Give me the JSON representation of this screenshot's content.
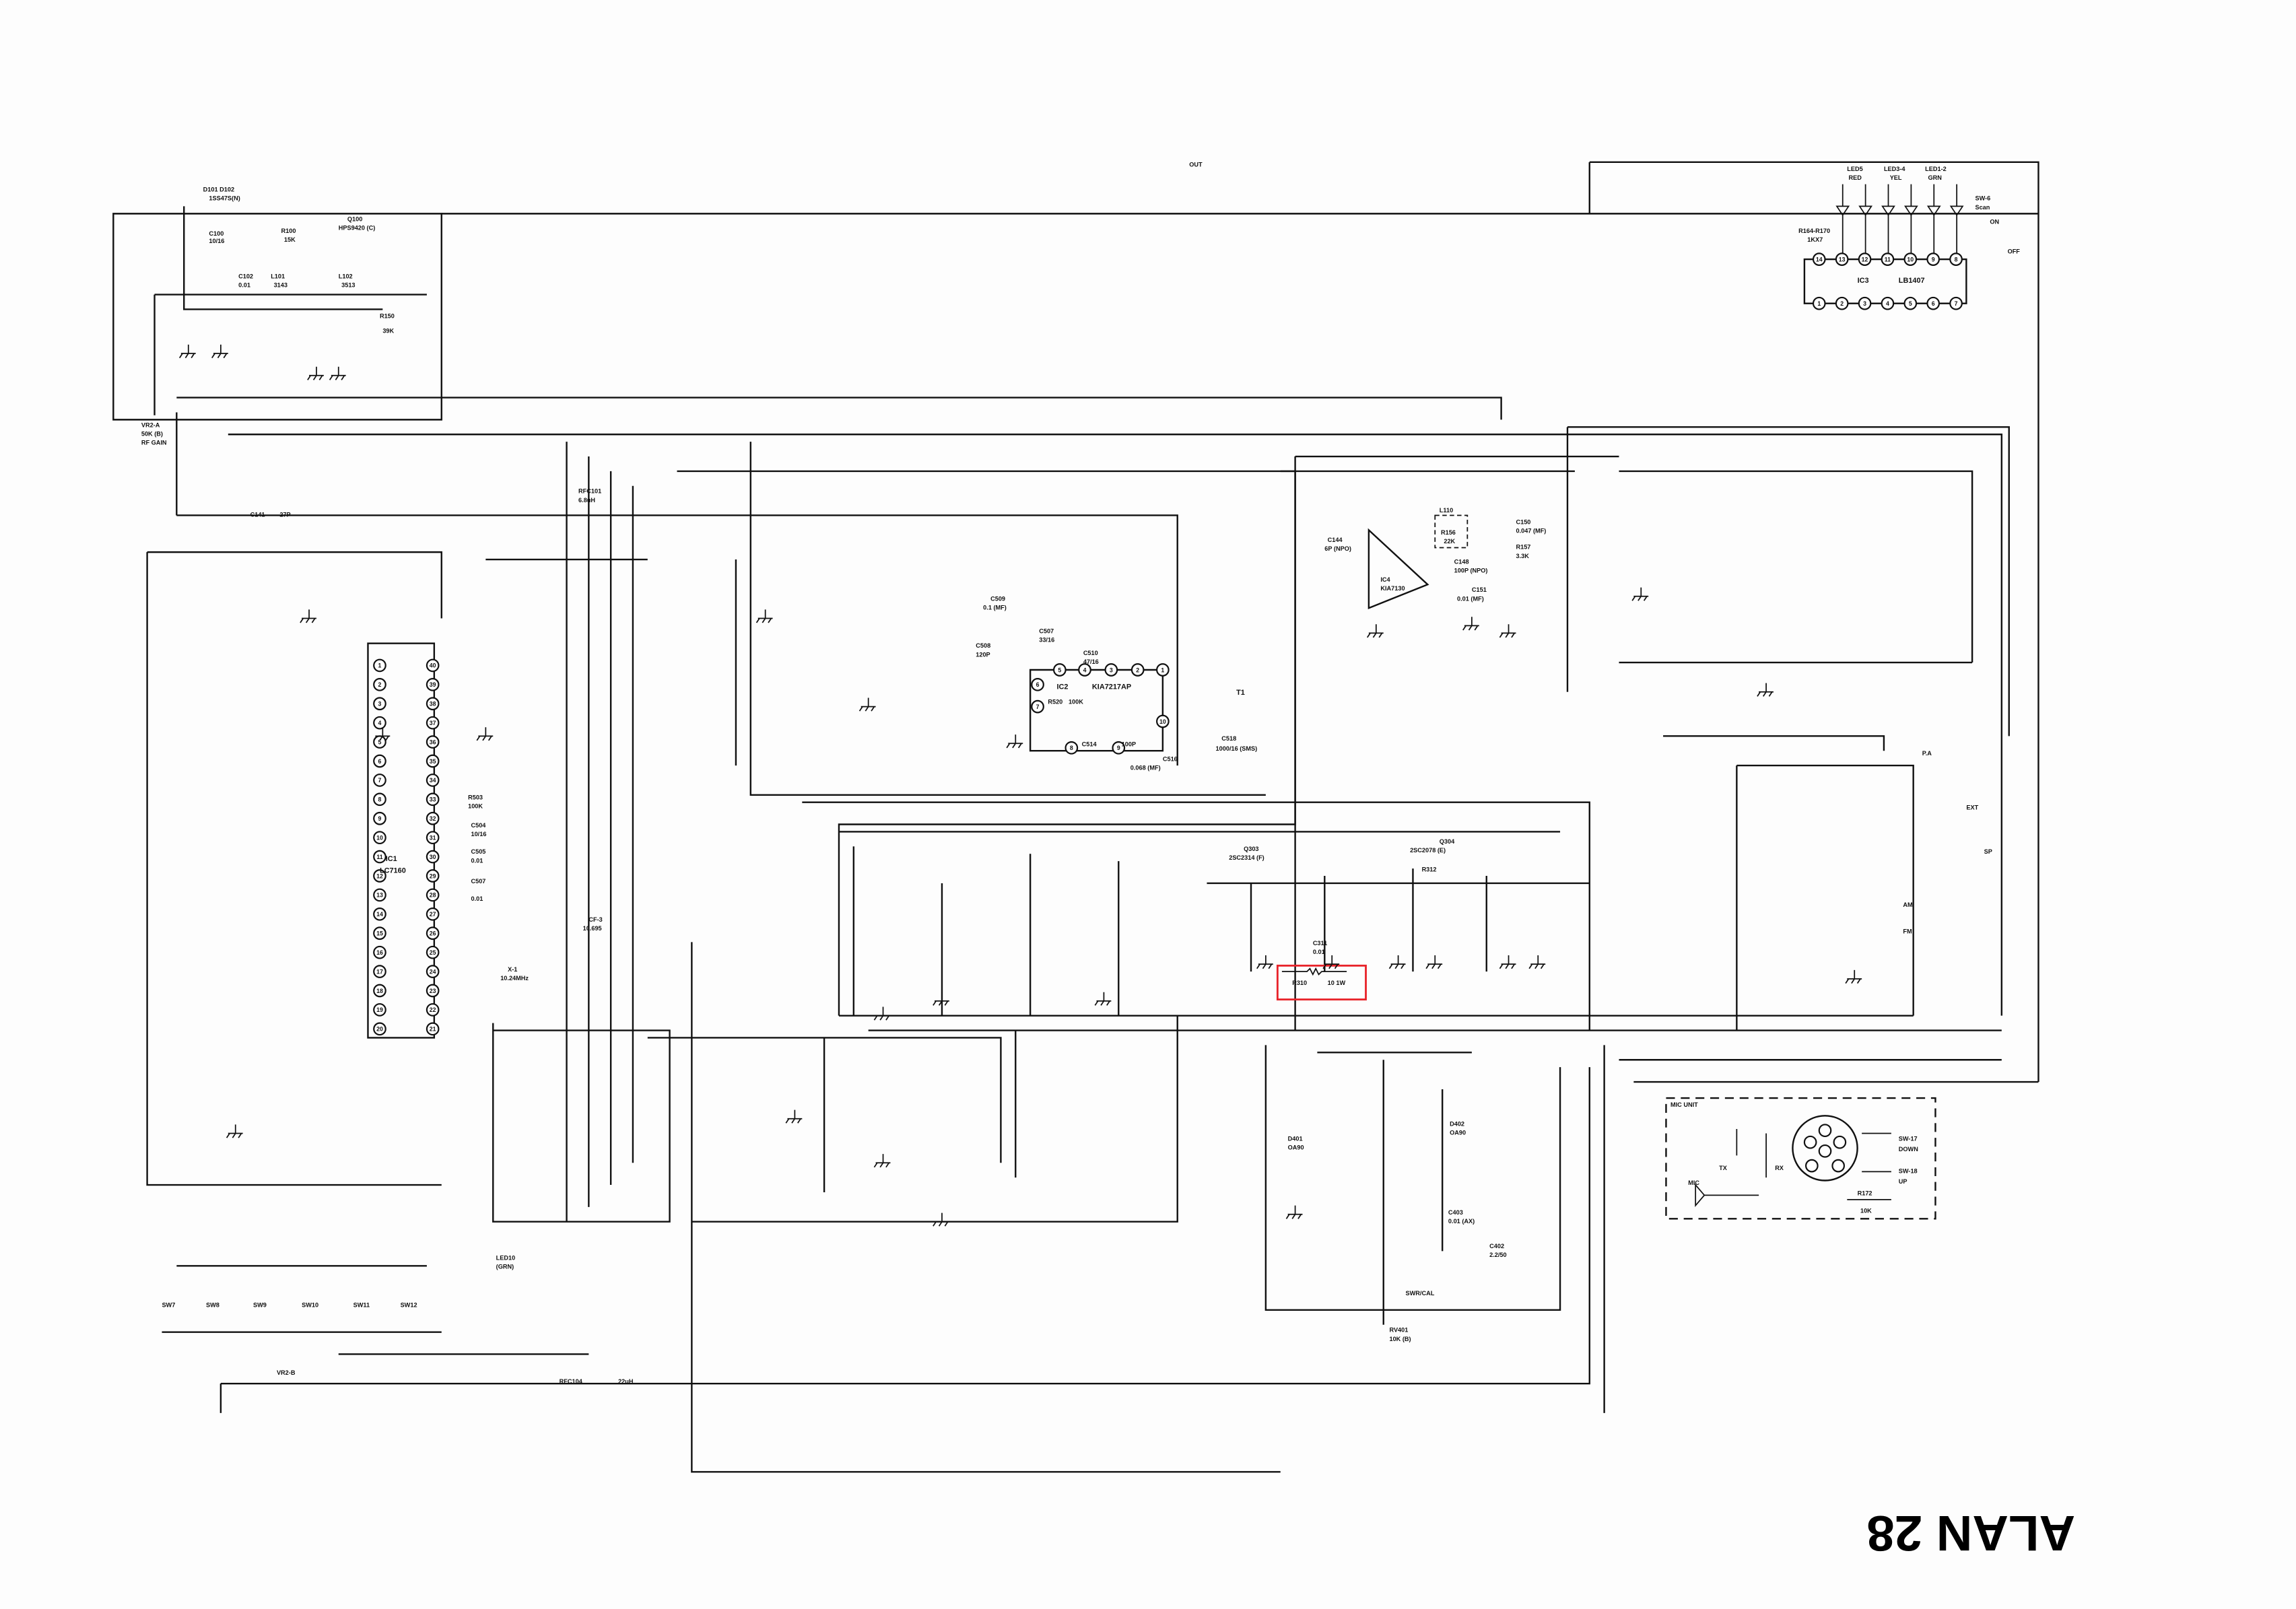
{
  "title": "ALAN 28",
  "highlight": {
    "ref": "R310",
    "value": "10 1W",
    "color": "#e8232a"
  },
  "ics": {
    "ic1": {
      "ref": "IC1",
      "part": "LC7160"
    },
    "ic2": {
      "ref": "IC2",
      "part": "KIA7217AP"
    },
    "ic3": {
      "ref": "IC3",
      "part": "LB1407"
    },
    "ic4": {
      "ref": "IC4",
      "part": "KIA7130"
    }
  },
  "mic_unit": {
    "title": "MIC UNIT",
    "sw17": "SW-17",
    "down": "DOWN",
    "sw18": "SW-18",
    "up": "UP",
    "r172": "R172",
    "r172_val": "10K",
    "tx": "TX",
    "rx": "RX",
    "mic": "MIC"
  },
  "leds": {
    "led5": "LED5",
    "red": "RED",
    "led34": "LED3-4",
    "yel": "YEL",
    "led12": "LED1-2",
    "grn": "GRN",
    "r164": "R164-R170",
    "r164_val": "1KX7"
  },
  "scan": {
    "sw": "SW-6",
    "label": "Scan",
    "on": "ON",
    "off": "OFF"
  },
  "labels": {
    "d101": "D101  D102",
    "d101_val": "1SS47S(N)",
    "c100": "C100",
    "c100_val": "10/16",
    "r100": "R100",
    "r100_val": "15K",
    "q100": "Q100",
    "q100_val": "HPS9420 (C)",
    "l101": "L101",
    "l101_val": "3143",
    "l102": "L102",
    "l102_val": "3513",
    "c102": "C102",
    "c102_val": "0.01",
    "r150": "R150",
    "r150_val": "39K",
    "vr2a": "VR2-A",
    "vr2a_val": "50K (B)",
    "vr2a_fn": "RF GAIN",
    "l110": "L110",
    "r156": "R156",
    "r156_val": "22K",
    "c144": "C144",
    "c144_val": "6P (NPO)",
    "c148": "C148",
    "c148_val": "100P (NPO)",
    "c150": "C150",
    "c150_val": "0.047 (MF)",
    "r157": "R157",
    "r157_val": "3.3K",
    "c151": "C151",
    "c151_val": "0.01 (MF)",
    "t1": "T1",
    "c509": "C509",
    "c509_val": "0.1 (MF)",
    "c510": "C510",
    "c510_val": "47/16",
    "c507": "C507",
    "c507_val": "33/16",
    "c508": "C508",
    "c508_val": "120P",
    "r520": "R520",
    "r520_val": "100K",
    "c514": "C514",
    "c514_val": "100P",
    "c518": "C518",
    "c518_val": "1000/16 (SMS)",
    "c516": "C516",
    "c516_val": "0.068 (MF)",
    "c504": "C504",
    "c504_val": "10/16",
    "c505": "C505",
    "c505_val": "0.01",
    "c507b": "C507",
    "c507b_val": "0.01",
    "r503": "R503",
    "r503_val": "100K",
    "x1": "X-1",
    "x1_val": "10.24MHz",
    "cf3": "CF-3",
    "cf3_val": "10.695",
    "out": "OUT",
    "pa": "P.A",
    "ext": "EXT",
    "sp": "SP",
    "am": "AM",
    "fm": "FM",
    "r312": "R312",
    "c311": "C311",
    "c311_val": "0.01",
    "q303": "Q303",
    "q303_val": "2SC2314 (F)",
    "q304": "Q304",
    "q304_val": "2SC2078 (E)",
    "rfc101": "RFC101",
    "rfc101_val": "6.8uH",
    "c141": "C141",
    "c141_val": "27P",
    "led10": "LED10",
    "led10_val": "(GRN)",
    "sw7": "SW7",
    "sw8": "SW8",
    "sw9": "SW9",
    "sw10": "SW10",
    "sw11": "SW11",
    "sw12": "SW12",
    "vr2b": "VR2-B",
    "rfc104": "RFC104",
    "rfc104_val": "22uH",
    "c403": "C403",
    "c403_val": "0.01 (AX)",
    "c402": "C402",
    "c402_val": "2.2/50",
    "rv401": "RV401",
    "rv401_val": "10K (B)",
    "swcal": "SWR/CAL",
    "d401": "D401",
    "d401_val": "OA90",
    "d402": "D402",
    "d402_val": "OA90"
  }
}
